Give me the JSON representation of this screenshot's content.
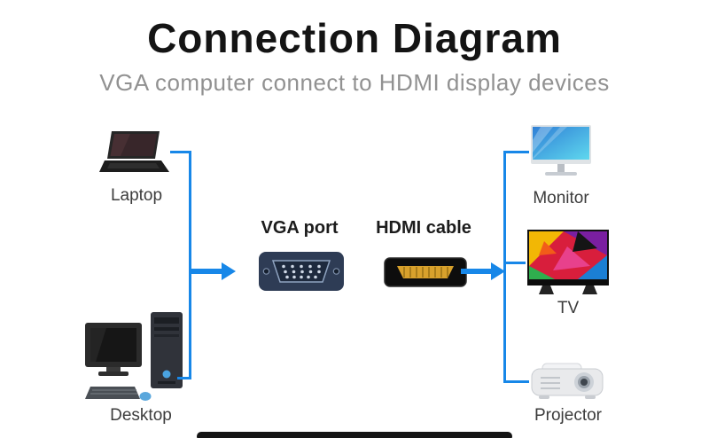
{
  "title": "Connection Diagram",
  "subtitle": "VGA computer connect to HDMI display devices",
  "colors": {
    "accent_blue": "#1787e8",
    "title_text": "#141414",
    "subtitle_text": "#919191",
    "vga_body": "#2e3c55",
    "hdmi_body": "#0d0d0d",
    "hdmi_gold": "#d8a12c"
  },
  "sources": [
    {
      "id": "laptop",
      "label": "Laptop",
      "icon": "laptop-icon"
    },
    {
      "id": "desktop",
      "label": "Desktop",
      "icon": "desktop-icon"
    }
  ],
  "connectors": [
    {
      "id": "vga",
      "label": "VGA port",
      "icon": "vga-port-icon"
    },
    {
      "id": "hdmi",
      "label": "HDMI cable",
      "icon": "hdmi-cable-icon"
    }
  ],
  "displays": [
    {
      "id": "monitor",
      "label": "Monitor",
      "icon": "monitor-icon"
    },
    {
      "id": "tv",
      "label": "TV",
      "icon": "tv-icon"
    },
    {
      "id": "projector",
      "label": "Projector",
      "icon": "projector-icon"
    }
  ]
}
